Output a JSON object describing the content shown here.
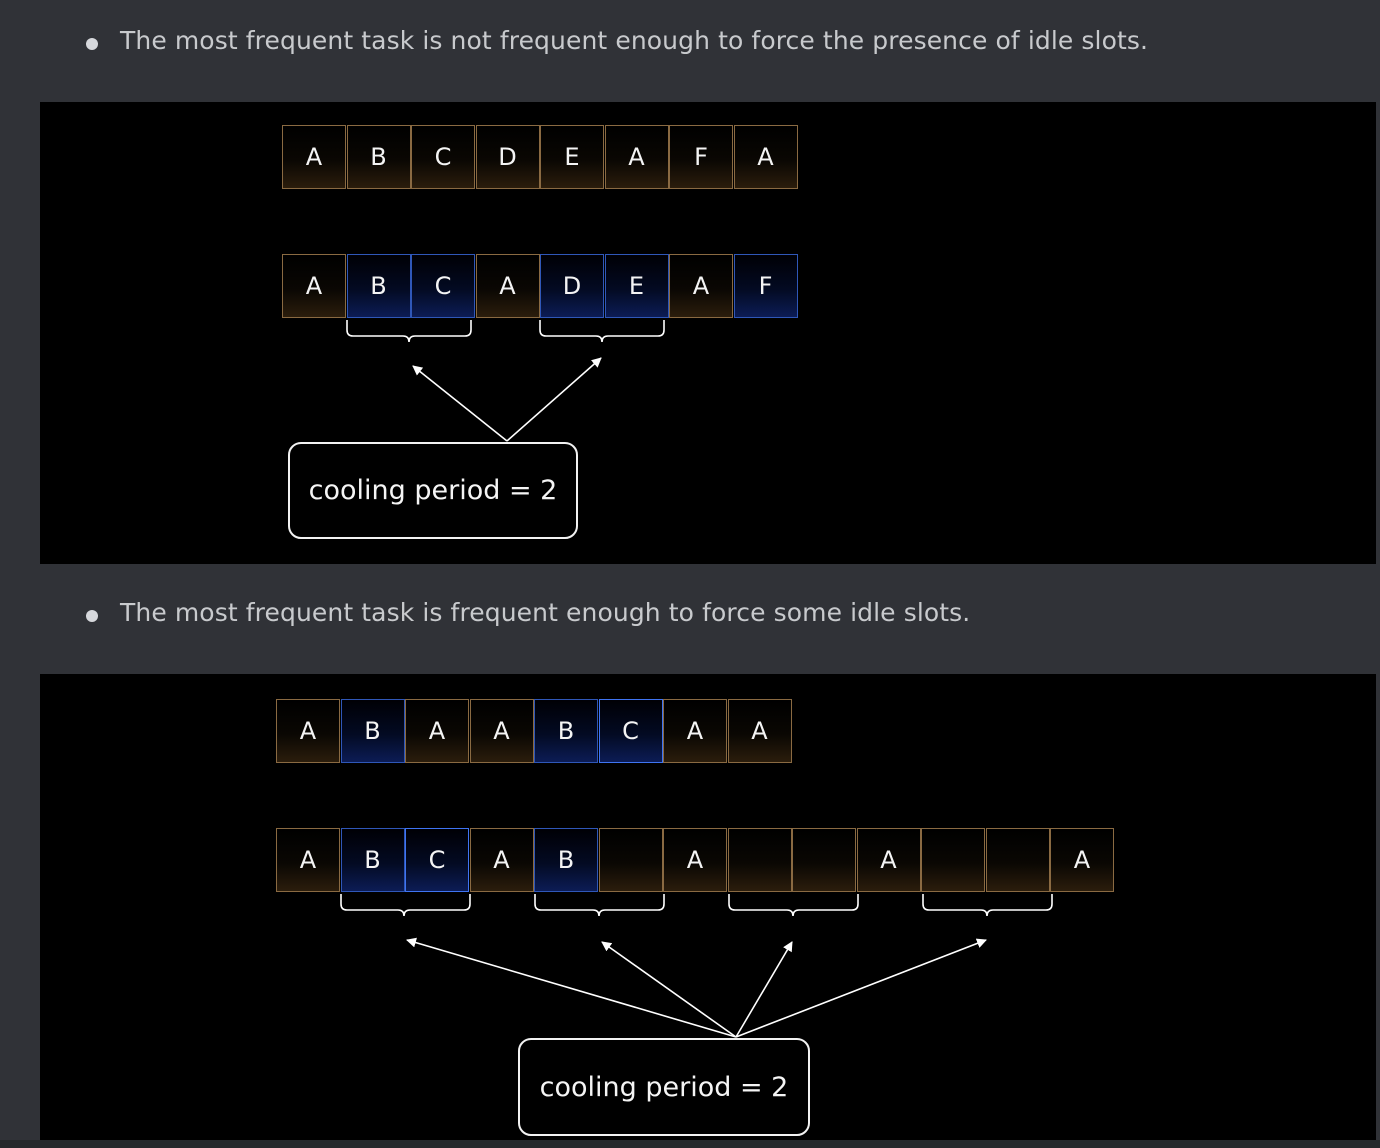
{
  "bullets": [
    "The most frequent task is not frequent enough to force the presence of idle slots.",
    "The most frequent task is frequent enough to force some idle slots."
  ],
  "diagram1": {
    "input_row": [
      {
        "text": "A",
        "color": "brown"
      },
      {
        "text": "B",
        "color": "brown"
      },
      {
        "text": "C",
        "color": "brown"
      },
      {
        "text": "D",
        "color": "brown"
      },
      {
        "text": "E",
        "color": "brown"
      },
      {
        "text": "A",
        "color": "brown"
      },
      {
        "text": "F",
        "color": "brown"
      },
      {
        "text": "A",
        "color": "brown"
      }
    ],
    "schedule_row": [
      {
        "text": "A",
        "color": "brown"
      },
      {
        "text": "B",
        "color": "blue"
      },
      {
        "text": "C",
        "color": "blue"
      },
      {
        "text": "A",
        "color": "brown"
      },
      {
        "text": "D",
        "color": "blue"
      },
      {
        "text": "E",
        "color": "blue"
      },
      {
        "text": "A",
        "color": "brown"
      },
      {
        "text": "F",
        "color": "blue"
      }
    ],
    "label": "cooling period = 2"
  },
  "diagram2": {
    "input_row": [
      {
        "text": "A",
        "color": "brown"
      },
      {
        "text": "B",
        "color": "blue"
      },
      {
        "text": "A",
        "color": "brown"
      },
      {
        "text": "A",
        "color": "brown"
      },
      {
        "text": "B",
        "color": "blue"
      },
      {
        "text": "C",
        "color": "blue-bright"
      },
      {
        "text": "A",
        "color": "brown"
      },
      {
        "text": "A",
        "color": "brown"
      }
    ],
    "schedule_row": [
      {
        "text": "A",
        "color": "brown"
      },
      {
        "text": "B",
        "color": "blue"
      },
      {
        "text": "C",
        "color": "blue-bright"
      },
      {
        "text": "A",
        "color": "brown"
      },
      {
        "text": "B",
        "color": "blue"
      },
      {
        "text": "",
        "color": "brown"
      },
      {
        "text": "A",
        "color": "brown"
      },
      {
        "text": "",
        "color": "brown"
      },
      {
        "text": "",
        "color": "brown"
      },
      {
        "text": "A",
        "color": "brown"
      },
      {
        "text": "",
        "color": "brown"
      },
      {
        "text": "",
        "color": "brown"
      },
      {
        "text": "A",
        "color": "brown"
      }
    ],
    "label": "cooling period = 2"
  },
  "colors": {
    "page_background": "#303237",
    "panel_background": "#000000",
    "bullet_text": "#c8cacd",
    "cell_border_brown": "#8a6a42",
    "cell_border_blue": "#2f57b8",
    "cell_border_blue_bright": "#3f74f2",
    "stroke": "#ffffff"
  }
}
